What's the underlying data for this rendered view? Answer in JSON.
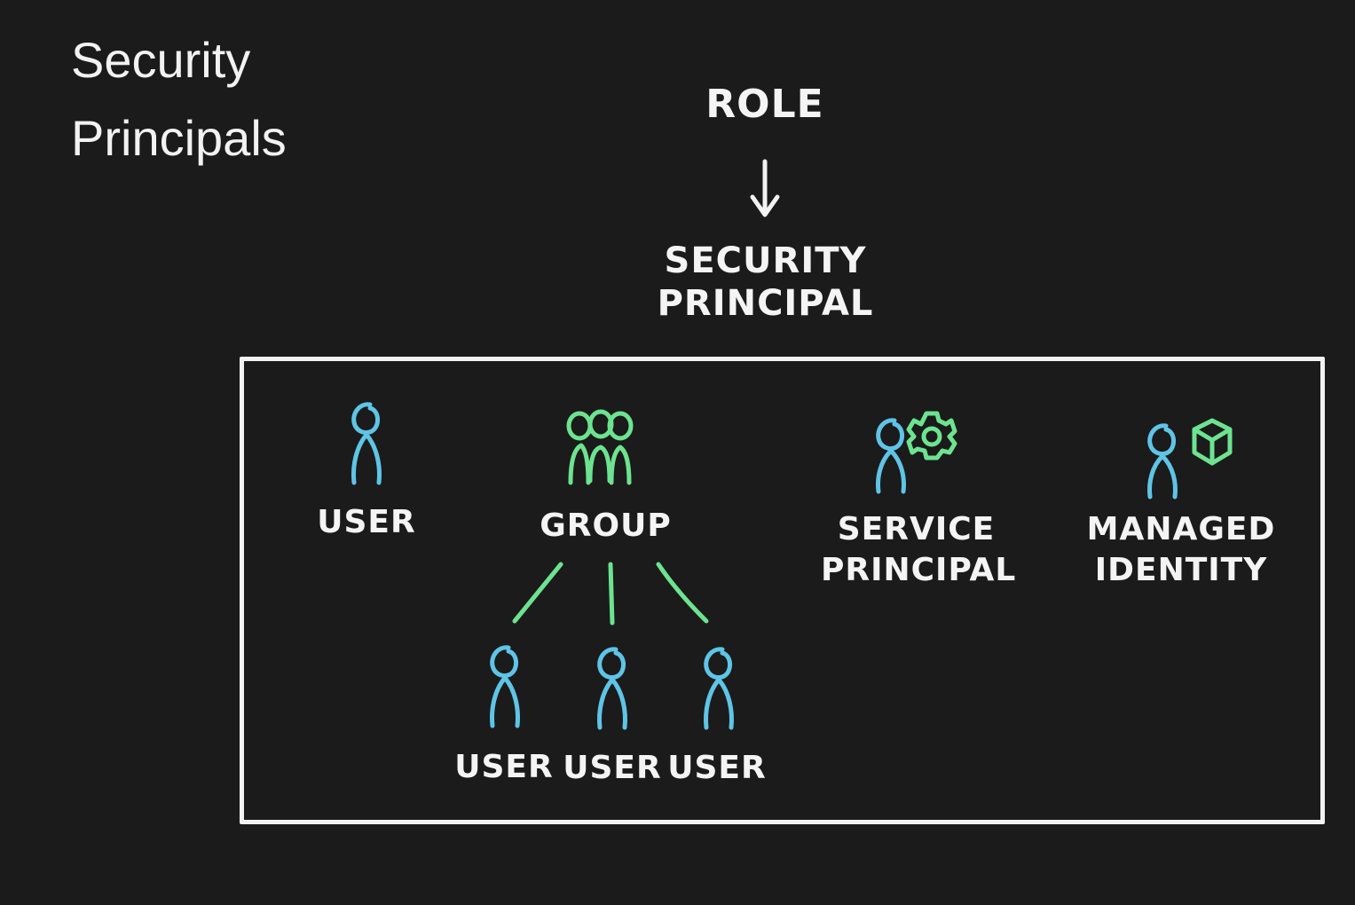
{
  "title": {
    "line1": "Security",
    "line2": "Principals"
  },
  "role": "ROLE",
  "security_principal": {
    "line1": "SECURITY",
    "line2": "PRINCIPAL"
  },
  "items": {
    "user": "USER",
    "group": "GROUP",
    "service_principal": {
      "line1": "SERVICE",
      "line2": "PRINCIPAL"
    },
    "managed_identity": {
      "line1": "MANAGED",
      "line2": "IDENTITY"
    }
  },
  "group_members": [
    "USER",
    "USER",
    "USER"
  ],
  "colors": {
    "background": "#1b1b1b",
    "user": "#5fc4e6",
    "group": "#6de390",
    "text": "#f2f2f2"
  }
}
